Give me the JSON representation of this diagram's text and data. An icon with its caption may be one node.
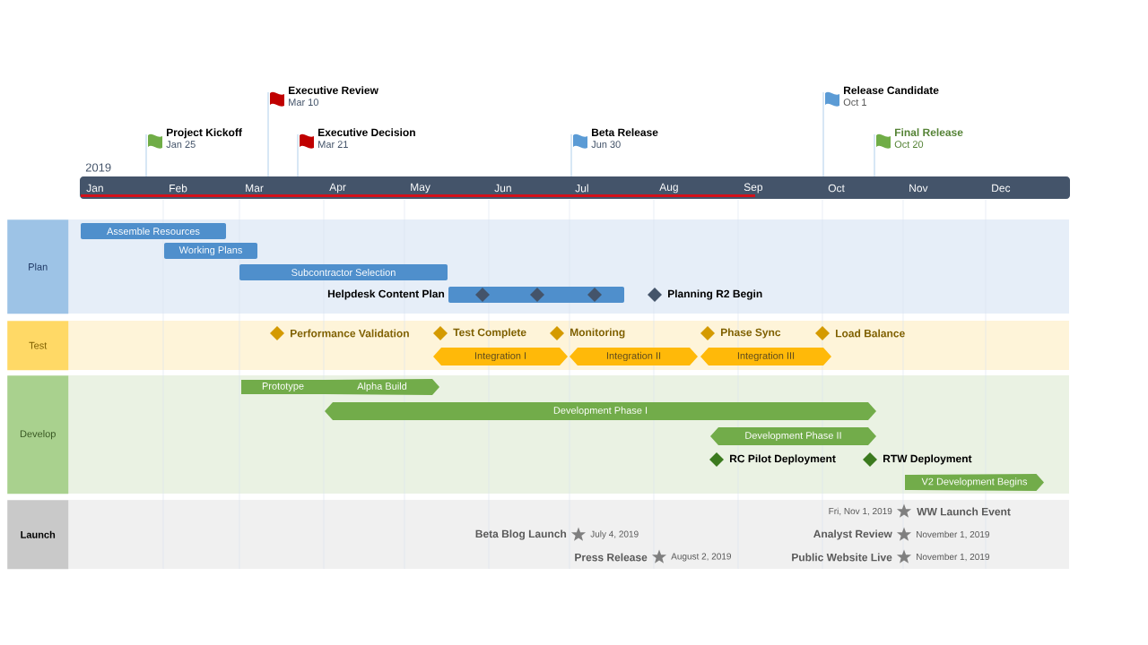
{
  "diagram": {
    "nodes": [
      {
        "text": [
          "Project Kickoff",
          "Jan 25"
        ]
      },
      {
        "text": [
          "Executive Review",
          "Mar 10"
        ]
      },
      {
        "text": [
          "Executive Decision",
          "Mar 21"
        ]
      },
      {
        "text": [
          "Beta Release",
          "Jun 30"
        ]
      },
      {
        "text": [
          "Release Candidate",
          "Oct 1"
        ]
      },
      {
        "text": [
          "Final Release",
          "Oct 20"
        ]
      },
      {
        "text": [
          "Plan"
        ]
      },
      {
        "text": [
          "Assemble Resources"
        ],
        "in": 6
      },
      {
        "text": [
          "Working Plans"
        ],
        "in": 6
      },
      {
        "text": [
          "Subcontractor Selection"
        ],
        "in": 6
      },
      {
        "text": [
          "Helpdesk Content Plan"
        ],
        "in": 6
      },
      {
        "text": [
          "Planning R2 Begin"
        ],
        "in": 6
      },
      {
        "text": [
          "Test"
        ]
      },
      {
        "text": [
          "Performance Validation"
        ],
        "in": 12
      },
      {
        "text": [
          "Test Complete"
        ],
        "in": 12
      },
      {
        "text": [
          "Monitoring"
        ],
        "in": 12
      },
      {
        "text": [
          "Phase Sync"
        ],
        "in": 12
      },
      {
        "text": [
          "Load Balance"
        ],
        "in": 12
      },
      {
        "text": [
          "Integration I"
        ],
        "in": 12
      },
      {
        "text": [
          "Integration II"
        ],
        "in": 12
      },
      {
        "text": [
          "Integration III"
        ],
        "in": 12
      },
      {
        "text": [
          "Develop"
        ]
      },
      {
        "text": [
          "Prototype"
        ],
        "in": 21
      },
      {
        "text": [
          "Alpha Build"
        ],
        "in": 21
      },
      {
        "text": [
          "Development Phase I"
        ],
        "in": 21
      },
      {
        "text": [
          "Development Phase II"
        ],
        "in": 21
      },
      {
        "text": [
          "RC Pilot Deployment"
        ],
        "in": 21
      },
      {
        "text": [
          "RTW Deployment"
        ],
        "in": 21
      },
      {
        "text": [
          "V2 Development Begins"
        ],
        "in": 21
      },
      {
        "text": [
          "Launch"
        ]
      },
      {
        "text": [
          "WW Launch Event"
        ],
        "beside": [
          "Fri, Nov 1, 2019"
        ],
        "in": 29
      },
      {
        "text": [
          "Beta Blog Launch"
        ],
        "beside": [
          "July 4, 2019"
        ],
        "in": 29
      },
      {
        "text": [
          "Analyst Review"
        ],
        "beside": [
          "November 1, 2019"
        ],
        "in": 29
      },
      {
        "text": [
          "Press Release"
        ],
        "beside": [
          "August 2, 2019"
        ],
        "in": 29
      },
      {
        "text": [
          "Public Website Live"
        ],
        "beside": [
          "November 1, 2019"
        ],
        "in": 29
      }
    ],
    "labels": [
      "2019",
      "Jan",
      "Feb",
      "Mar",
      "Apr",
      "May",
      "Jun",
      "Jul",
      "Aug",
      "Sep",
      "Oct",
      "Nov",
      "Dec"
    ]
  }
}
